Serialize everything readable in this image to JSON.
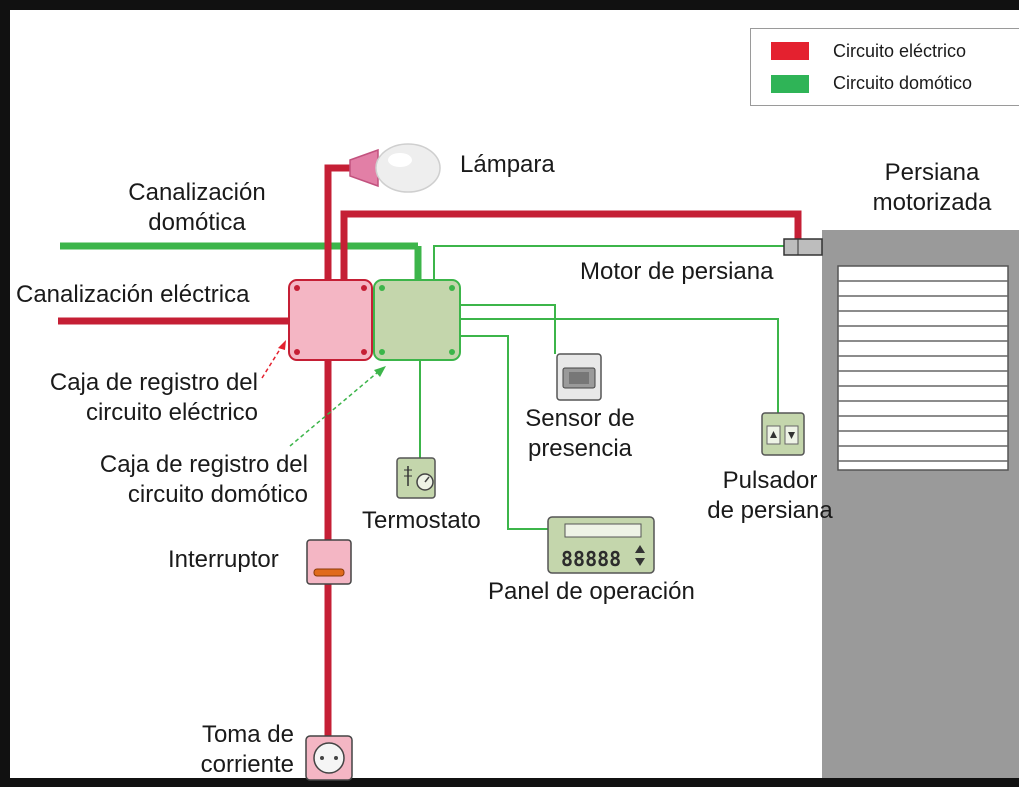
{
  "legend": {
    "items": [
      {
        "label": "Circuito eléctrico",
        "color": "#e4212f"
      },
      {
        "label": "Circuito domótico",
        "color": "#2fb457"
      }
    ]
  },
  "labels": {
    "lampara": "Lámpara",
    "persiana_line1": "Persiana",
    "persiana_line2": "motorizada",
    "canal_domotica_line1": "Canalización",
    "canal_domotica_line2": "domótica",
    "canal_electrica": "Canalización eléctrica",
    "motor_persiana": "Motor de persiana",
    "caja_electrico_line1": "Caja de registro del",
    "caja_electrico_line2": "circuito eléctrico",
    "caja_domotico_line1": "Caja de registro del",
    "caja_domotico_line2": "circuito domótico",
    "sensor_line1": "Sensor de",
    "sensor_line2": "presencia",
    "pulsador_line1": "Pulsador",
    "pulsador_line2": "de persiana",
    "termostato": "Termostato",
    "panel": "Panel de operación",
    "interruptor": "Interruptor",
    "toma_line1": "Toma de",
    "toma_line2": "corriente"
  },
  "colors": {
    "electric_line": "#c51f35",
    "domotic_line": "#3cb54a",
    "electric_box": "#f4b6c4",
    "domotic_box": "#c4d6ac",
    "blind": "#9a9a9a"
  },
  "icons": {
    "lamp": "light-bulb-icon",
    "blind": "roller-shutter-icon",
    "motor": "motor-icon",
    "sensor": "presence-sensor-icon",
    "pulsador": "blind-button-icon",
    "termostato": "thermostat-icon",
    "panel": "control-panel-icon",
    "interruptor": "switch-icon",
    "toma": "socket-icon"
  }
}
